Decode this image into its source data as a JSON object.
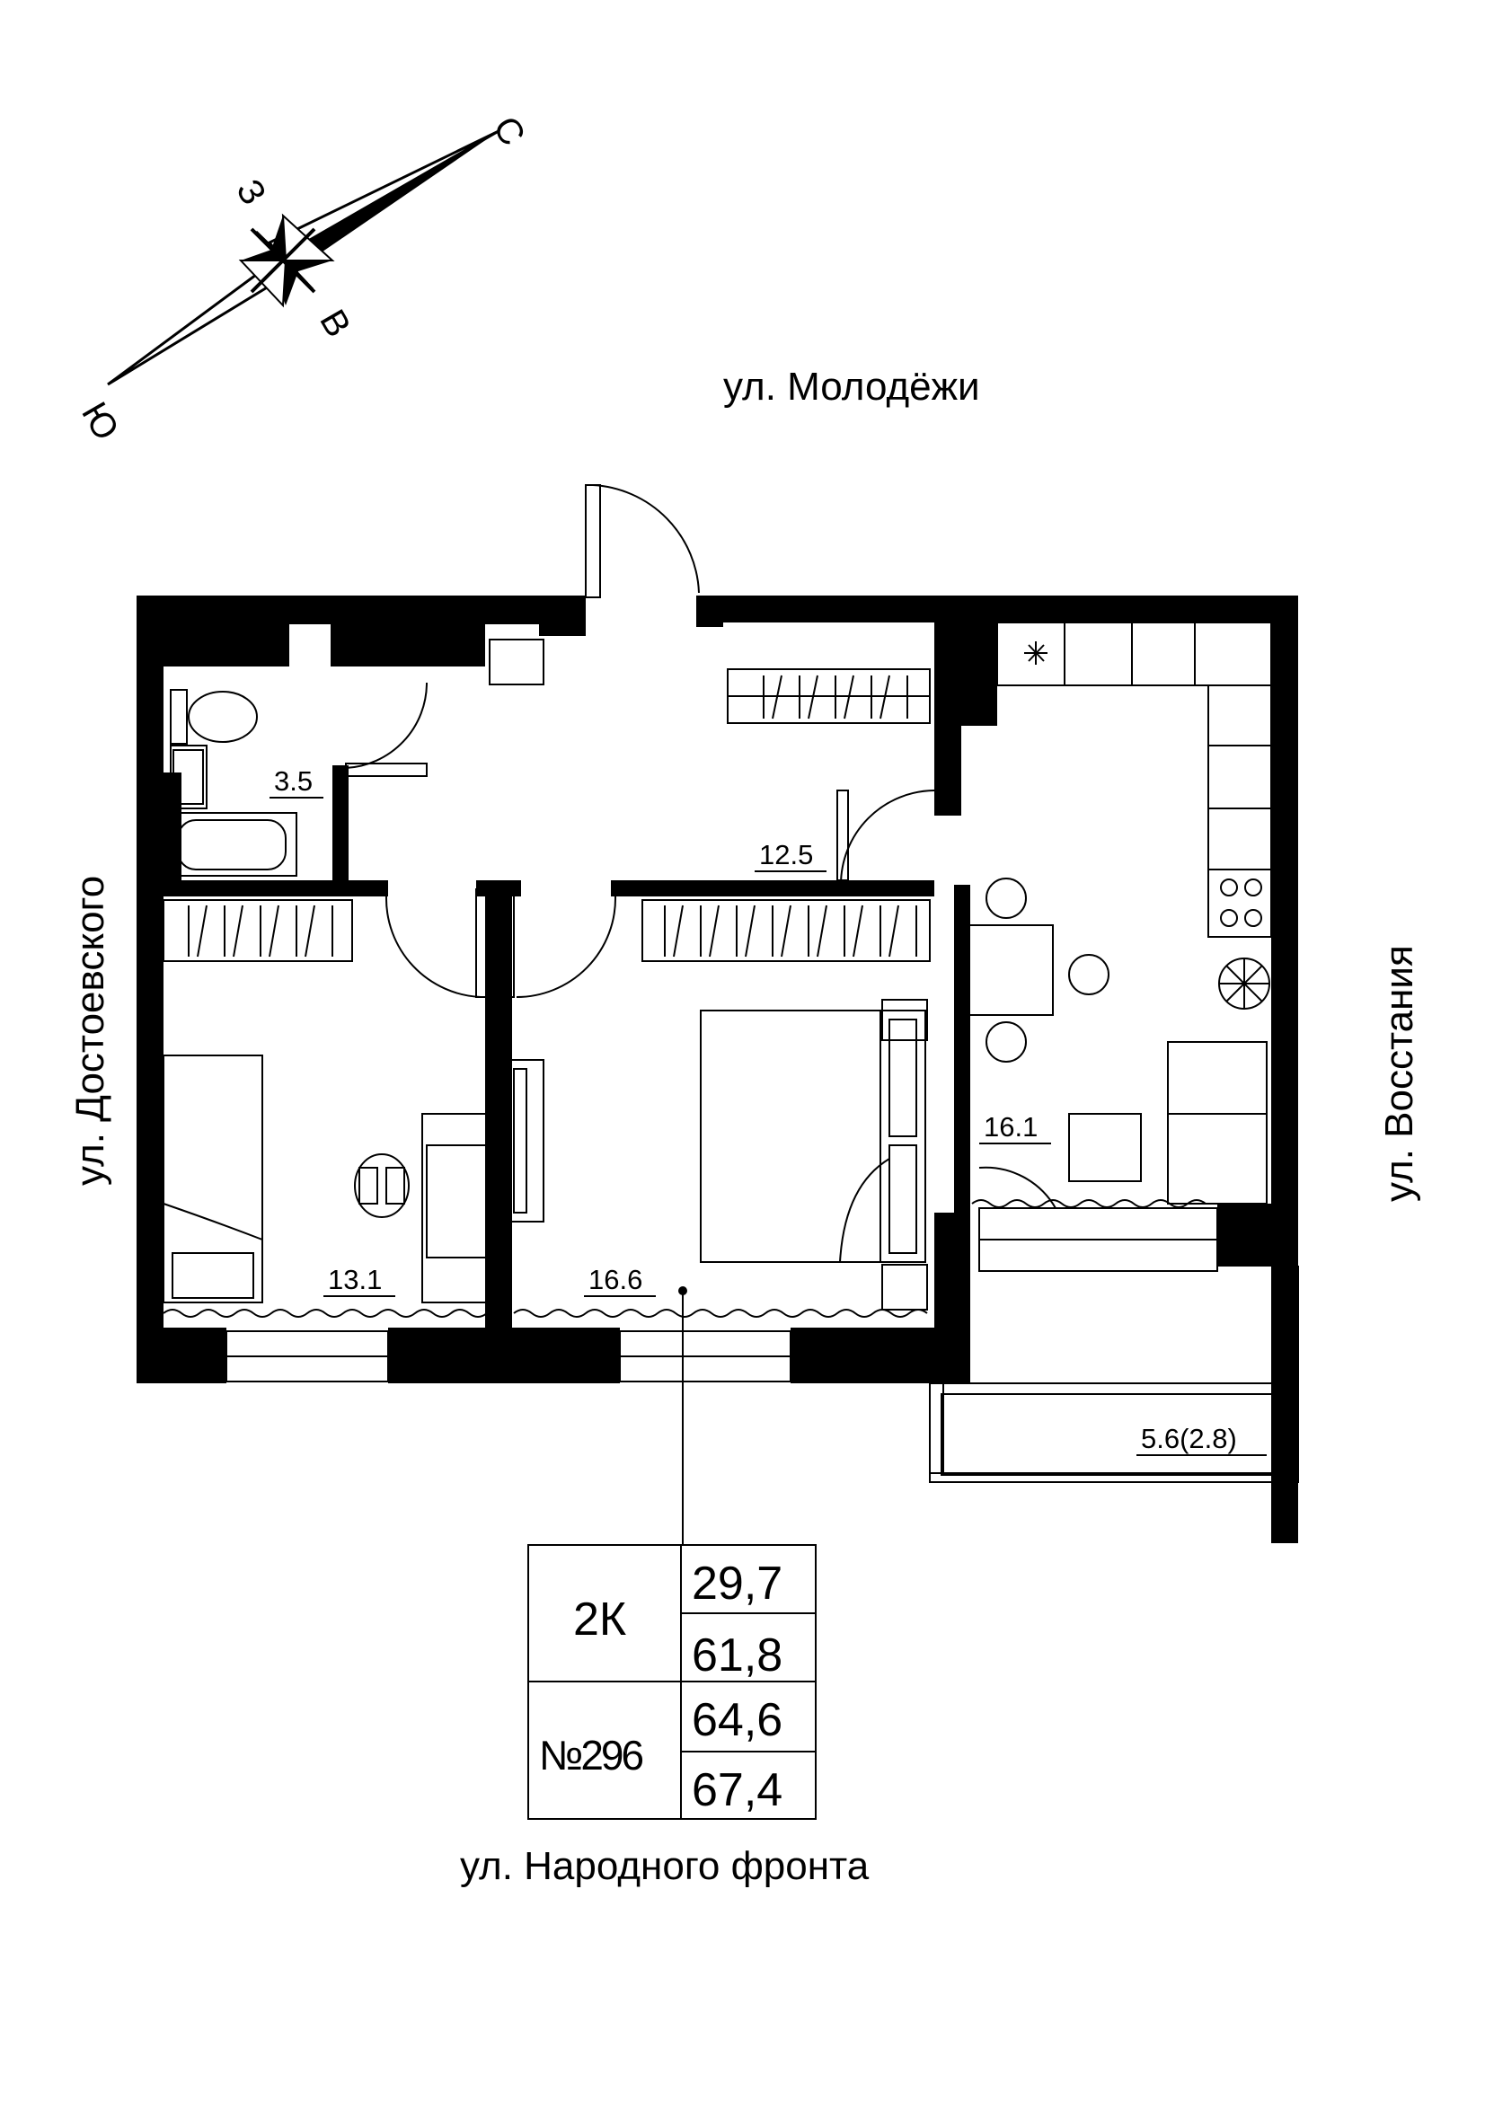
{
  "streets": {
    "north": "ул. Молодёжи",
    "south": "ул. Народного фронта",
    "west": "ул. Достоевского",
    "east": "ул. Восстания"
  },
  "compass": {
    "north": "С",
    "south": "Ю",
    "east": "В",
    "west": "З"
  },
  "rooms": {
    "bathroom": "3.5",
    "hall": "12.5",
    "bedroom_small": "13.1",
    "bedroom_large": "16.6",
    "kitchen": "16.1",
    "balcony": "5.6(2.8)"
  },
  "info": {
    "type": "2К",
    "number": "№296",
    "areas": [
      "29,7",
      "61,8",
      "64,6",
      "67,4"
    ]
  }
}
